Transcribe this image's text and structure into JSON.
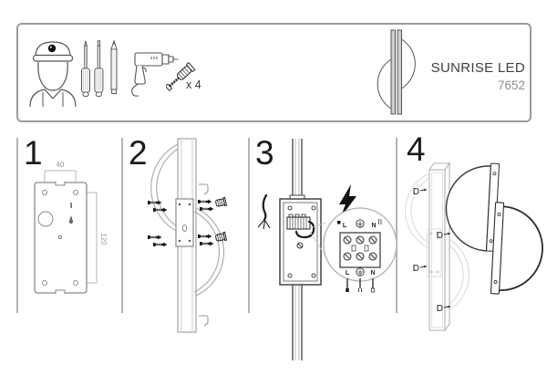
{
  "kit_panel": {
    "brand": "SUNRISE LED",
    "model": "7652",
    "screws_count_label": "x 4"
  },
  "steps": [
    {
      "number": "1",
      "dim_width": "40",
      "dim_height": "120"
    },
    {
      "number": "2"
    },
    {
      "number": "3",
      "terminal_top_l": "L",
      "terminal_top_n": "N",
      "terminal_bottom_l": "L",
      "terminal_bottom_n": "N"
    },
    {
      "number": "4"
    }
  ],
  "colors": {
    "panel_border": "#9b9b9b",
    "ink": "#3c3c3c",
    "light_line": "#b5b5b5",
    "dim_text": "#999999",
    "model_text": "#8f8f8f"
  }
}
